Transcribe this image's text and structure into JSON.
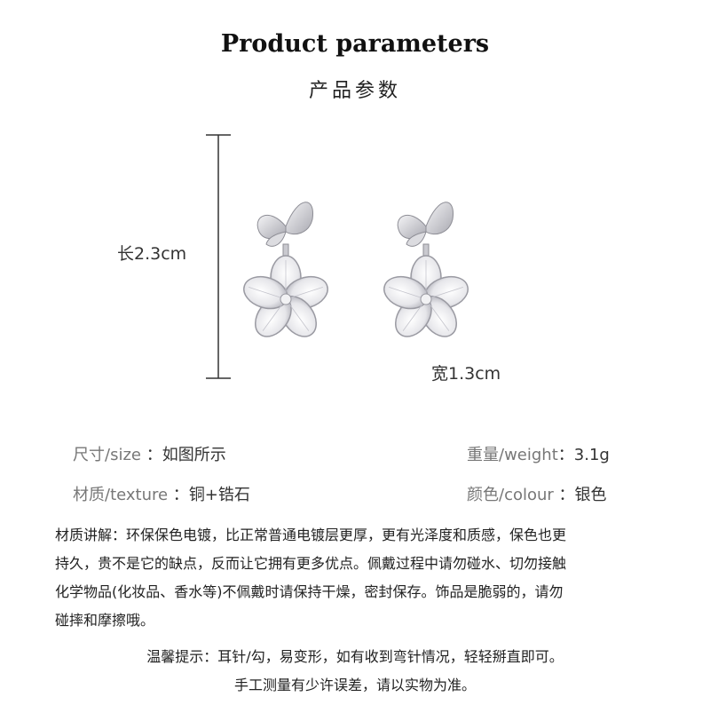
{
  "header": {
    "title": "Product parameters",
    "subtitle": "产品参数"
  },
  "dimensions": {
    "length_label": "长2.3cm",
    "width_label": "宽1.3cm"
  },
  "specs": {
    "size_label": "尺寸/size",
    "size_sep": " ：",
    "size_value": "如图所示",
    "weight_label": "重量/weight",
    "weight_sep": "：",
    "weight_value": "3.1g",
    "texture_label": "材质/texture",
    "texture_sep": " ：",
    "texture_value": "铜+锆石",
    "colour_label": "颜色/colour",
    "colour_sep": " ：",
    "colour_value": "银色"
  },
  "description": {
    "lines": [
      "材质讲解：环保保色电镀，比正常普通电镀层更厚，更有光泽度和质感，保色也更",
      "持久，贵不是它的缺点，反而让它拥有更多优点。佩戴过程中请勿碰水、切勿接触",
      "化学物品(化妆品、香水等)不佩戴时请保持干燥，密封保存。饰品是脆弱的，请勿",
      "碰摔和摩擦哦。"
    ]
  },
  "notes": {
    "tip": "温馨提示：耳针/勾，易变形，如有收到弯针情况，轻轻掰直即可。",
    "disclaimer": "手工测量有少许误差，请以实物为准。"
  },
  "colors": {
    "text_dark": "#222222",
    "text_label": "#777777",
    "metal": "#d8d8dc"
  }
}
